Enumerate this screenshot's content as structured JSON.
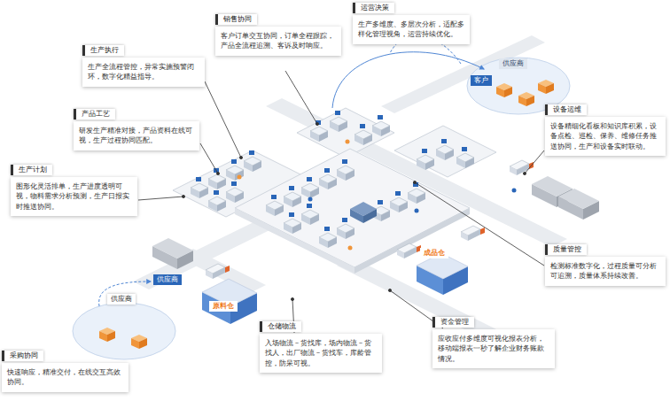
{
  "diagram": {
    "nodes": [
      {
        "text": [
          "销售协同",
          "客户订单交互协同，订单全程跟踪，产品全流程追溯、客诉及时响应。"
        ]
      },
      {
        "text": [
          "运营决策",
          "生产多维度、多层次分析，适配多样化管理视角，运营持续优化。"
        ]
      },
      {
        "text": [
          "生产执行",
          "生产全流程管控，异常实施预警闭环，数字化精益指导。"
        ]
      },
      {
        "text": [
          "产品工艺",
          "研发生产精准对接，产品资料在线可视，生产过程协同匹配。"
        ]
      },
      {
        "text": [
          "生产计划",
          "图形化灵活排单，生产进度透明可视，物料需求分析预测，生产日报实时推送协同。"
        ]
      },
      {
        "text": [
          "设备运维",
          "设备精细化看板和知识库积累，设备点检、巡检、保养、维修任务推送协同，生产和设备实时联动。"
        ]
      },
      {
        "text": [
          "质量管控",
          "检测标准数字化，过程质量可分析可追溯，质量体系持续改善。"
        ]
      },
      {
        "text": [
          "资金管理",
          "应收应付多维度可视化报表分析，移动端报表一秒了解企业财务账款情况。"
        ]
      },
      {
        "text": [
          "仓储物流",
          "入场物流－货找库，场内物流－货找人，出厂物流－货找车，库龄管控，防呆可视。"
        ]
      },
      {
        "text": [
          "采购协同",
          "快速响应，精准交付，在线交互高效协同。"
        ]
      }
    ],
    "labels": [
      "供应商",
      "客户",
      "供应商",
      "供应商",
      "原料仓",
      "成品仓"
    ]
  }
}
